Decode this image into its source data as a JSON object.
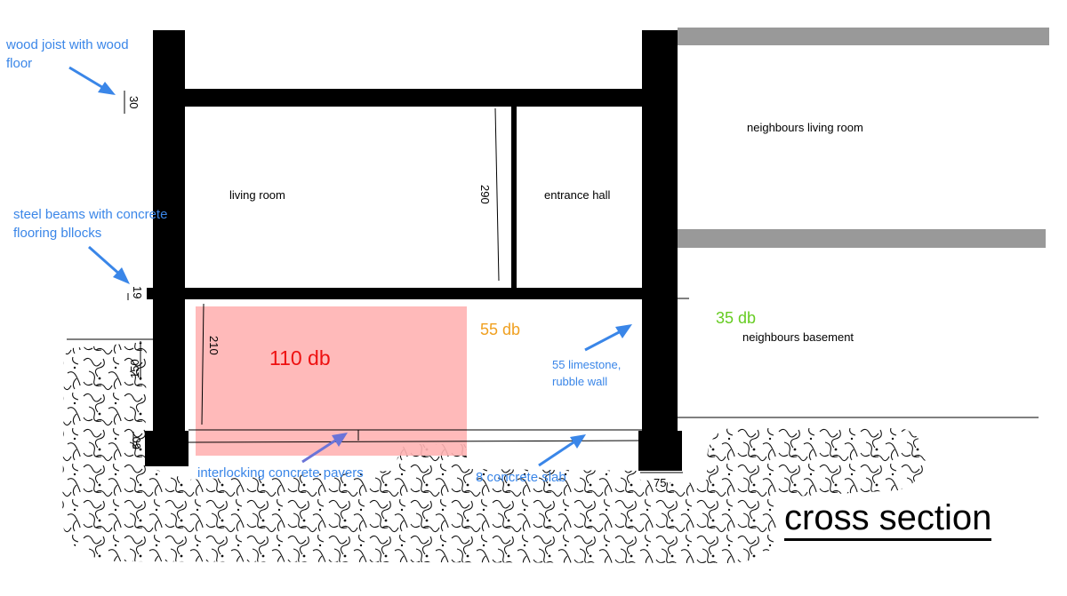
{
  "title": "cross section",
  "rooms": {
    "living_room": "living room",
    "entrance_hall": "entrance hall",
    "neighbours_living_room": "neighbours living room",
    "neighbours_basement": "neighbours basement"
  },
  "annotations": {
    "wood_joist": [
      "wood joist with wood",
      "floor"
    ],
    "steel_beams": [
      "steel beams with concrete",
      "flooring bllocks"
    ],
    "limestone": [
      "55 limestone,",
      "rubble wall"
    ],
    "pavers": "interlocking concrete pavers",
    "slab": "8 concrete slab"
  },
  "sound_levels": {
    "source": "110 db",
    "basement": "55 db",
    "neighbour": "35 db"
  },
  "dimensions": {
    "joist": "30",
    "steel": "19",
    "ground": "150",
    "slab_depth": "60",
    "basement_height": "210",
    "ground_floor_height": "290",
    "footing": "75"
  },
  "colors": {
    "annotation": "#3a86e8",
    "source": "#ee1111",
    "basement": "#f0a020",
    "neighbour": "#66cc22",
    "source_area": "#ffb3b3",
    "neighbour_floor": "#999999"
  }
}
